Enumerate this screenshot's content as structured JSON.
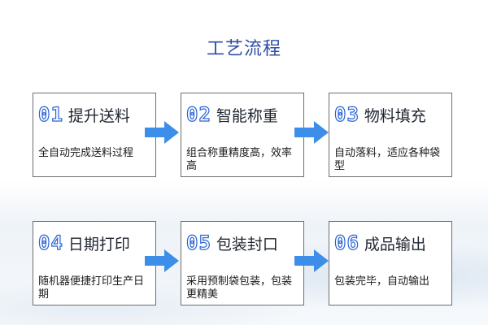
{
  "title": "工艺流程",
  "steps": [
    {
      "num": "01",
      "title": "提升送料",
      "desc": "全自动完成送料过程"
    },
    {
      "num": "02",
      "title": "智能称重",
      "desc": "组合称重精度高，效率高"
    },
    {
      "num": "03",
      "title": "物料填充",
      "desc": "自动落料，适应各种袋型"
    },
    {
      "num": "04",
      "title": "日期打印",
      "desc": "随机器便捷打印生产日期"
    },
    {
      "num": "05",
      "title": "包装封口",
      "desc": "采用预制袋包装，包装更精美"
    },
    {
      "num": "06",
      "title": "成品输出",
      "desc": "包装完毕，自动输出"
    }
  ],
  "colors": {
    "arrow": "#3d8ee8",
    "number": "#2a63d4",
    "title": "#2f4ea7"
  }
}
